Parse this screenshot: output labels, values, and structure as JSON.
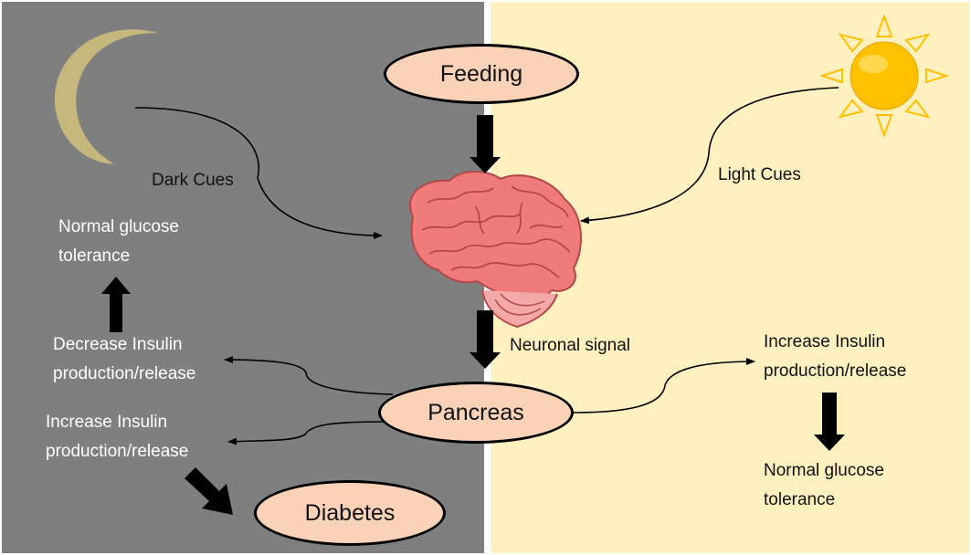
{
  "colors": {
    "dark_panel": "#7f7f7f",
    "light_panel": "#fff0bf",
    "node_fill": "#f9d2b8",
    "moon": "#c6b77d",
    "sun": "#ffc000",
    "brain": "#f07b7b"
  },
  "icons": {
    "moon": "crescent-moon-icon",
    "sun": "sun-icon",
    "brain": "brain-icon"
  },
  "nodes": {
    "feeding": "Feeding",
    "pancreas": "Pancreas",
    "diabetes": "Diabetes"
  },
  "labels": {
    "dark_cues": "Dark Cues",
    "light_cues": "Light Cues",
    "neuronal_signal": "Neuronal signal",
    "normal_glucose_dark": "Normal glucose\ntolerance",
    "decrease_insulin": "Decrease Insulin\nproduction/release",
    "increase_insulin_dark": "Increase Insulin\nproduction/release",
    "increase_insulin_light": "Increase Insulin\nproduction/release",
    "normal_glucose_light": "Normal glucose\ntolerance"
  }
}
